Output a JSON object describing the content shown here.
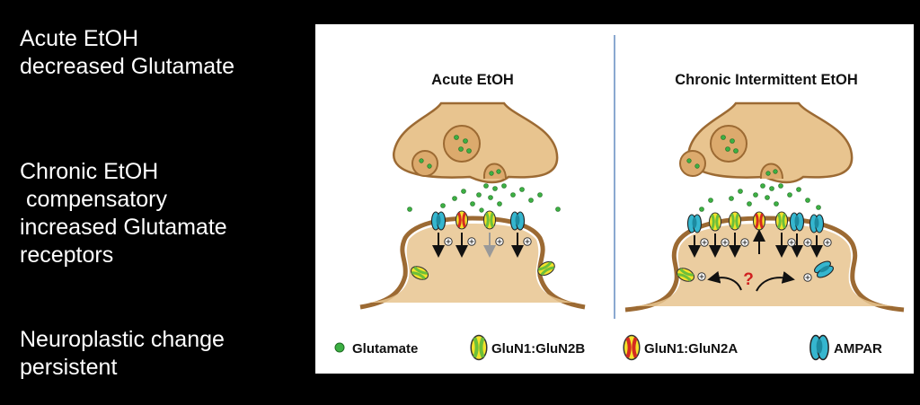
{
  "slide": {
    "line1": "Acute EtOH\ndecreased Glutamate",
    "line2": "Chronic EtOH\n compensatory\nincreased Glutamate\nreceptors",
    "line3": "Neuroplastic change\npersistent"
  },
  "figure": {
    "left_title": "Acute EtOH",
    "right_title": "Chronic Intermittent EtOH",
    "question_mark": "?",
    "plus_symbol": "⊕",
    "legend": {
      "glutamate": "Glutamate",
      "glun2b": "GluN1:GluN2B",
      "glun2a": "GluN1:GluN2A",
      "ampar": "AMPAR"
    },
    "colors": {
      "terminal_fill": "#e8c48f",
      "terminal_stroke": "#9c6a33",
      "glutamate": "#3cb043",
      "yellow": "#f4e22a",
      "green": "#6cbf3a",
      "red": "#d52a20",
      "cyan": "#35b6cf",
      "question": "#d02020",
      "divider": "#8aa8d0"
    }
  }
}
